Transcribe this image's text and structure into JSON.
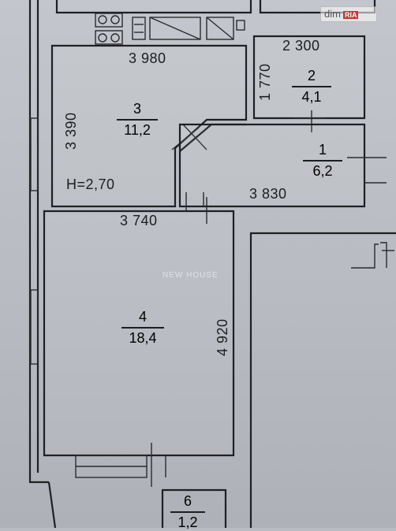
{
  "rooms": [
    {
      "number": "1",
      "area": "6,2"
    },
    {
      "number": "2",
      "area": "4,1"
    },
    {
      "number": "3",
      "area": "11,2"
    },
    {
      "number": "4",
      "area": "18,4"
    },
    {
      "number": "6",
      "area": "1,2"
    }
  ],
  "dimensions": {
    "room3_width": "3 980",
    "room3_depth": "3 390",
    "room2_width": "2 300",
    "room2_depth": "1 770",
    "room1_width": "3 830",
    "room4_width": "3 740",
    "room4_depth": "4 920"
  },
  "ceiling_height": "H=2,70",
  "watermark": {
    "text": "dim",
    "badge": "RIA"
  },
  "ghost_watermark": "NEW HOUSE"
}
